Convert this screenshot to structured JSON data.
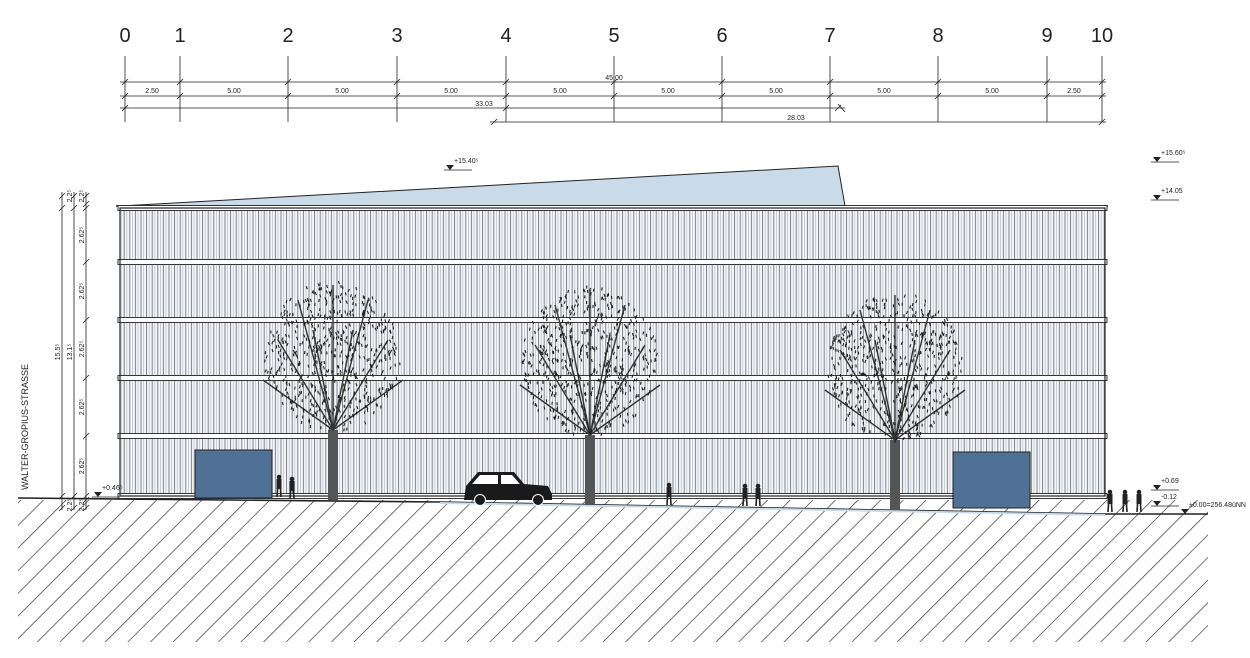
{
  "grid": {
    "axes": [
      "0",
      "1",
      "2",
      "3",
      "4",
      "5",
      "6",
      "7",
      "8",
      "9",
      "10"
    ],
    "bay_dims": [
      "2.50",
      "5.00",
      "5.00",
      "5.00",
      "5.00",
      "5.00",
      "5.00",
      "5.00",
      "5.00",
      "5.00",
      "2.50"
    ],
    "total_dim": "45.00",
    "part_dims": [
      "33.03",
      "28.03"
    ]
  },
  "levels": {
    "roof_peak": "+15.40⁵",
    "right_top": "+15.60⁵",
    "right_eave": "+14.05",
    "left_base": "+0.46⁵",
    "right_plinth": "+0.69",
    "right_lower": "-0.12",
    "ground_ref": "±0.00=256.48üNN"
  },
  "vertical_dims": {
    "top_a": "2.2⁵",
    "top_b": "2.2⁵",
    "floors": [
      "2.62⁵",
      "2.62⁵",
      "2.62⁵",
      "2.62⁵",
      "2.62⁵"
    ],
    "bottom_a": "2.2⁵",
    "bottom_b": "2.2⁵",
    "overall": "15.5⁵",
    "inner": "13.1⁵"
  },
  "street_label": "WALTER-GROPIUS-STRASSE",
  "colors": {
    "line": "#222222",
    "sky_blue": "#c9dbe9",
    "door_blue": "#4f7195",
    "facade": "#f4f6f8",
    "hatch": "#2a2a2a"
  }
}
